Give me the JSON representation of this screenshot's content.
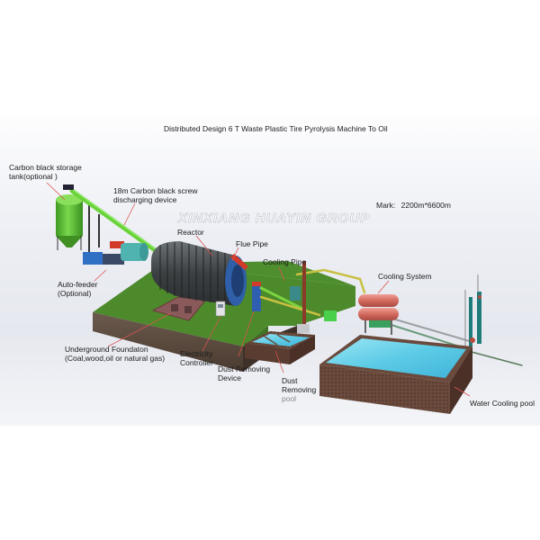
{
  "title": "Distributed Design  6 T Waste Plastic Tire Pyrolysis Machine To Oil",
  "mark": "Mark:  2200m*6600m",
  "watermark": "XINXIANG HUAYIN GROUP",
  "labels": {
    "carbon_black_storage": [
      "Carbon black storage",
      "tank(optional )"
    ],
    "screw_discharging": [
      "18m Carbon black screw",
      "discharging device"
    ],
    "reactor": "Reactor",
    "flue_pipe": "Flue Pipe",
    "cooling_pipe": "Cooling Pipe",
    "cooling_system": "Cooling System",
    "auto_feeder": [
      "Auto-feeder",
      "(Optional)"
    ],
    "underground_foundation": [
      "Underground Foundaton",
      "(Coal,wood,oil or natural gas)"
    ],
    "electricity_controller": [
      "Electricity",
      "Controller"
    ],
    "dust_removing_device": [
      "Dust Removing",
      "Device"
    ],
    "dust_removing_pool": [
      "Dust",
      "Removing",
      "pool"
    ],
    "water_cooling_pool": "Water Cooling pool"
  },
  "colors": {
    "grass": "#4e8a2c",
    "soil": "#5a4a3e",
    "reactor": "#3f4446",
    "tank_green": "#5fc23a",
    "water": "#6fd3ec",
    "condenser": "#d7756b",
    "leader_line": "#d9534f"
  }
}
